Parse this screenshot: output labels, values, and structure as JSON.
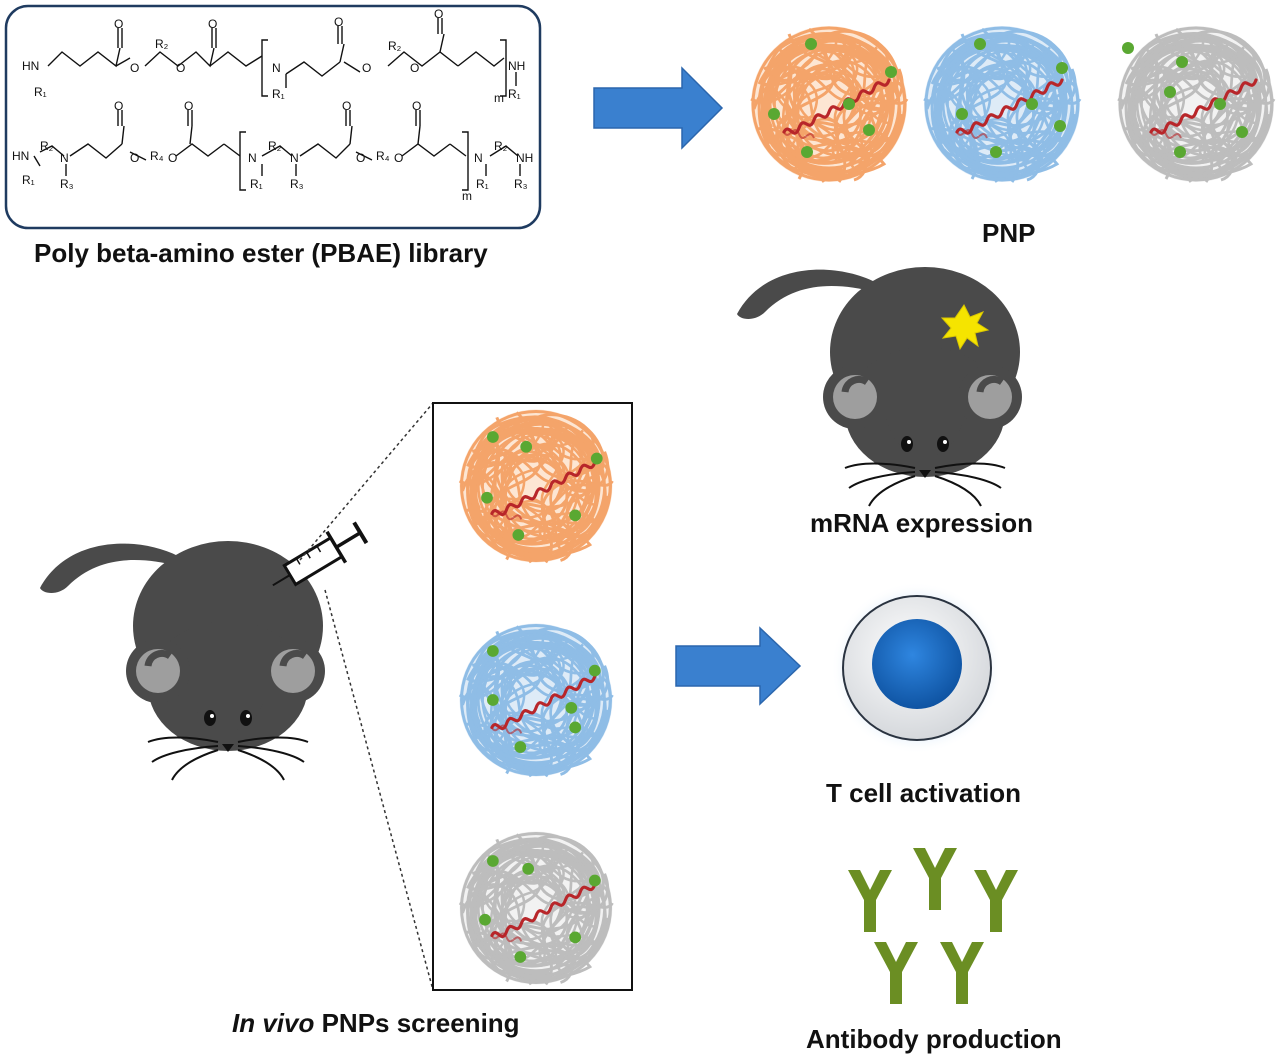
{
  "labels": {
    "library": "Poly beta-amino ester (PBAE) library",
    "pnp": "PNP",
    "mrna_expression": "mRNA expression",
    "t_cell_activation": "T cell activation",
    "antibody_production": "Antibody production",
    "screening_italic": "In vivo",
    "screening_rest": " PNPs screening"
  },
  "structure_text": {
    "HN": "HN",
    "NH": "NH",
    "N": "N",
    "O": "O",
    "R1": "R₁",
    "R2": "R₂",
    "R3": "R₃",
    "R4": "R₄",
    "m": "m"
  },
  "colors": {
    "orange_polymer": "#f4a46a",
    "blue_polymer": "#8fbde6",
    "gray_polymer": "#bdbdbd",
    "mrna_strand": "#b8262a",
    "green_dot": "#5aa832",
    "arrow_blue": "#3a80cf",
    "mouse_body": "#4a4a4a",
    "nucleus": "#1f6fc4",
    "antibody": "#6b8e23",
    "star": "#f5e400"
  },
  "icons": [
    "mouse-icon",
    "syringe-icon",
    "t-cell-icon",
    "antibody-icon",
    "nanoparticle-icon",
    "arrow-icon",
    "star-burst-icon"
  ]
}
